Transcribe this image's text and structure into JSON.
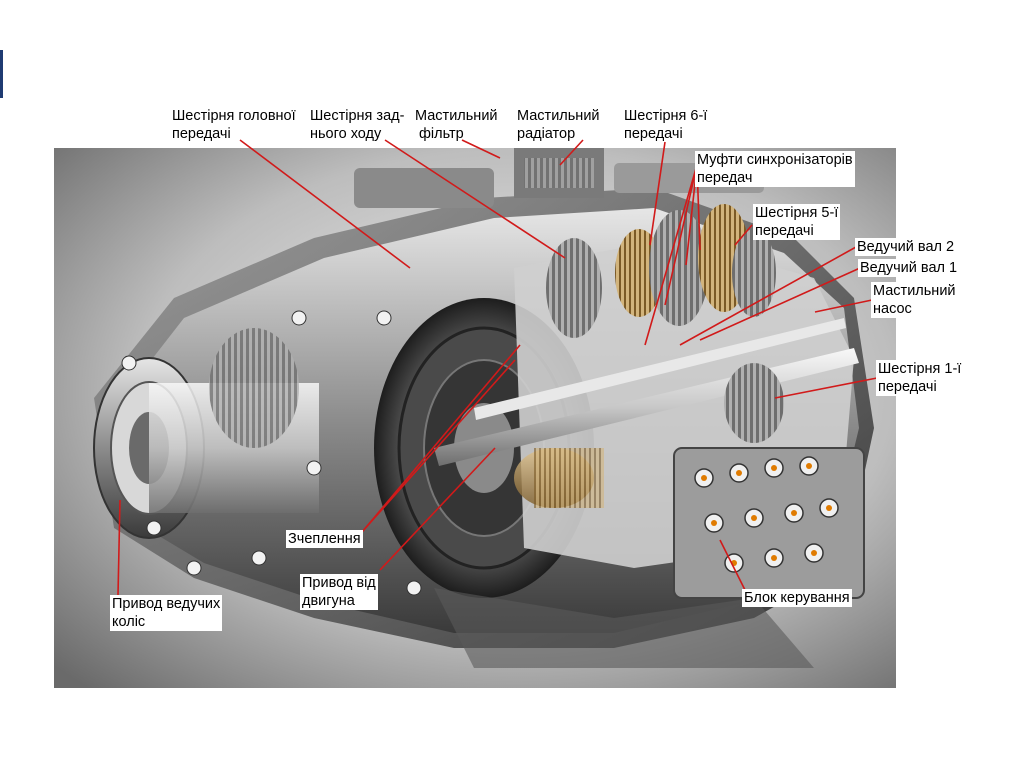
{
  "labels": {
    "main_gear": [
      "Шестірня головної",
      "передачі"
    ],
    "reverse_gear": [
      "Шестірня зад-",
      "нього ходу"
    ],
    "oil_filter": [
      "Мастильний",
      "фільтр"
    ],
    "oil_radiator": [
      "Мастильний",
      "радіатор"
    ],
    "gear6": [
      "Шестірня 6-ї",
      "передачі"
    ],
    "sync": [
      "Муфти синхронізаторів",
      "передач"
    ],
    "gear5": [
      "Шестірня 5-ї",
      "передачі"
    ],
    "shaft2": "Ведучий вал 2",
    "shaft1": "Ведучий вал 1",
    "oil_pump": [
      "Мастильний",
      "насос"
    ],
    "gear1": [
      "Шестірня 1-ї",
      "передачі"
    ],
    "clutch": "Зчеплення",
    "engine_drive": [
      "Привод від",
      "двигуна"
    ],
    "wheel_drive": [
      "Привод ведучих",
      "коліс"
    ],
    "control_unit": "Блок керування"
  },
  "colors": {
    "leader": "#d11a1a",
    "background": "#ffffff"
  }
}
